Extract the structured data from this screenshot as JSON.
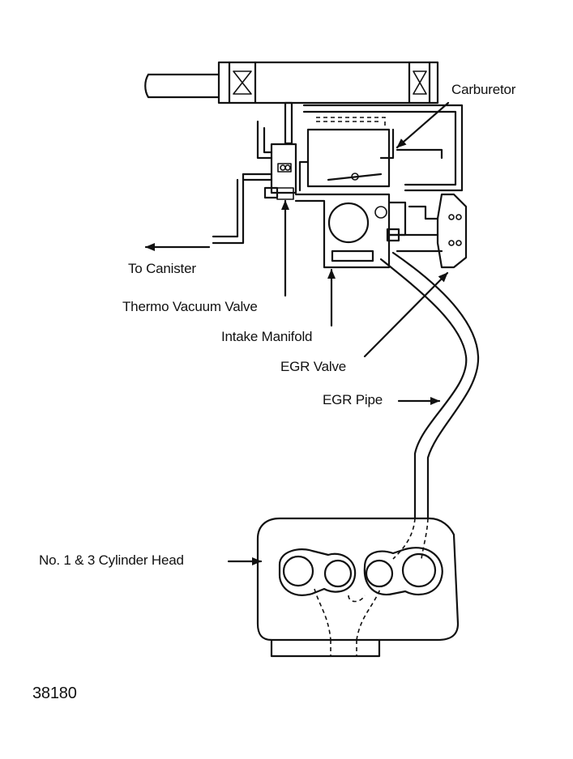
{
  "labels": {
    "carburetor": "Carburetor",
    "to_canister": "To Canister",
    "thermo_vacuum_valve": "Thermo Vacuum Valve",
    "intake_manifold": "Intake Manifold",
    "egr_valve": "EGR Valve",
    "egr_pipe": "EGR Pipe",
    "cylinder_head": "No. 1 & 3 Cylinder Head"
  },
  "figure_number": "38180"
}
